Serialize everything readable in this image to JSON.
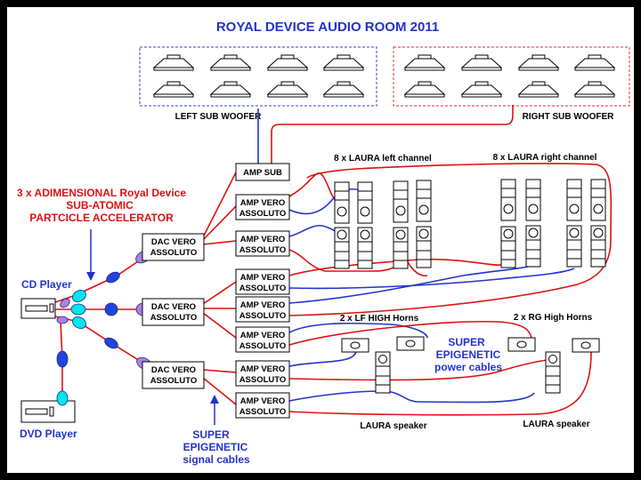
{
  "title": "ROYAL DEVICE AUDIO ROOM 2011",
  "subwoofers": {
    "left_label": "LEFT SUB WOOFER",
    "right_label": "RIGHT SUB WOOFER"
  },
  "accelerator_label": [
    "3 x ADIMENSIONAL Royal Device",
    "SUB-ATOMIC",
    "PARTCICLE ACCELERATOR"
  ],
  "sources": {
    "cd_label": "CD Player",
    "dvd_label": "DVD Player"
  },
  "amp_sub": "AMP SUB",
  "dac": [
    "DAC VERO",
    "ASSOLUTO"
  ],
  "amp_vero": [
    "AMP VERO",
    "ASSOLUTO"
  ],
  "laura_left_label": "8 x LAURA left channel",
  "laura_right_label": "8 x LAURA right channel",
  "lf_horns_label": "2 x  LF HIGH Horns",
  "rg_horns_label": "2 x RG High Horns",
  "laura_speaker_label": "LAURA speaker",
  "power_cables_label": [
    "SUPER",
    "EPIGENETIC",
    "power cables"
  ],
  "signal_cables_label": [
    "SUPER",
    "EPIGENETIC",
    "signal cables"
  ],
  "colors": {
    "background": "#ffffff",
    "frame": "#000000",
    "signal_red": "#dd1111",
    "signal_blue": "#2233cc",
    "cyan_node": "#00e5ee",
    "purple_node": "#b07fe0",
    "blue_node": "#2244dd"
  }
}
